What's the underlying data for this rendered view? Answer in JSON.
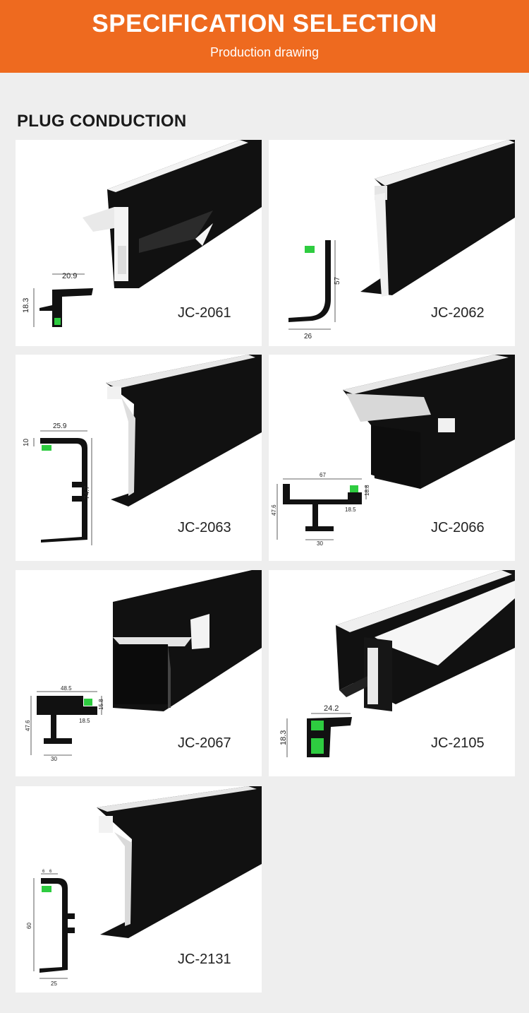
{
  "banner": {
    "title": "SPECIFICATION SELECTION",
    "subtitle": "Production drawing",
    "color": "#ee6a1f"
  },
  "section": {
    "title": "PLUG CONDUCTION"
  },
  "products": [
    {
      "code": "JC-2061",
      "dims": [
        "20.9",
        "18.3"
      ]
    },
    {
      "code": "JC-2062",
      "dims": [
        "57",
        "26"
      ]
    },
    {
      "code": "JC-2063",
      "dims": [
        "25.9",
        "10",
        "74.7"
      ]
    },
    {
      "code": "JC-2066",
      "dims": [
        "67",
        "18.8",
        "47.6",
        "18.5",
        "30"
      ]
    },
    {
      "code": "JC-2067",
      "dims": [
        "48.5",
        "15.8",
        "47.6",
        "18.5",
        "30"
      ]
    },
    {
      "code": "JC-2105",
      "dims": [
        "24.2",
        "18.3"
      ]
    },
    {
      "code": "JC-2131",
      "dims": [
        "6",
        "6",
        "60",
        "25"
      ]
    }
  ],
  "colors": {
    "profile": "#111111",
    "led_strip": "#2ecc40",
    "diffuser": "#f4f4f4"
  }
}
